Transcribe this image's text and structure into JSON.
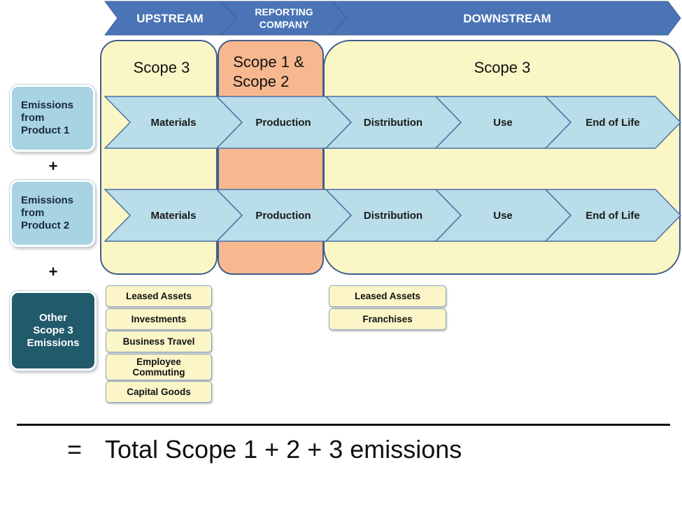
{
  "header": {
    "upstream": "UPSTREAM",
    "reporting_line1": "REPORTING",
    "reporting_line2": "COMPANY",
    "downstream": "DOWNSTREAM"
  },
  "scopes": {
    "upstream": "Scope 3",
    "company_line1": "Scope 1 &",
    "company_line2": "Scope 2",
    "downstream": "Scope 3"
  },
  "rows": [
    {
      "side_line1": "Emissions",
      "side_line2": "from",
      "side_line3": "Product 1",
      "stages": [
        "Materials",
        "Production",
        "Distribution",
        "Use",
        "End of Life"
      ]
    },
    {
      "side_line1": "Emissions",
      "side_line2": "from",
      "side_line3": "Product 2",
      "stages": [
        "Materials",
        "Production",
        "Distribution",
        "Use",
        "End of Life"
      ]
    }
  ],
  "other": {
    "line1": "Other",
    "line2": "Scope 3",
    "line3": "Emissions"
  },
  "plus": "+",
  "upstream_tags": [
    {
      "line1": "Leased Assets",
      "line2": ""
    },
    {
      "line1": "Investments",
      "line2": ""
    },
    {
      "line1": "Business Travel",
      "line2": ""
    },
    {
      "line1": "Employee",
      "line2": "Commuting"
    },
    {
      "line1": "Capital Goods",
      "line2": ""
    }
  ],
  "downstream_tags": [
    {
      "line1": "Leased Assets",
      "line2": ""
    },
    {
      "line1": "Franchises",
      "line2": ""
    }
  ],
  "total": {
    "equals": "=",
    "text": "Total Scope 1 + 2 + 3 emissions"
  },
  "colors": {
    "header_blue": "#4a74b6",
    "scope3_fill": "#fbf6c6",
    "company_fill": "#f8b88f",
    "arrow_fill": "#b9dde9",
    "arrow_border": "#4e6fa0",
    "side_light": "#a8d3e3",
    "side_dark": "#215a6b"
  }
}
